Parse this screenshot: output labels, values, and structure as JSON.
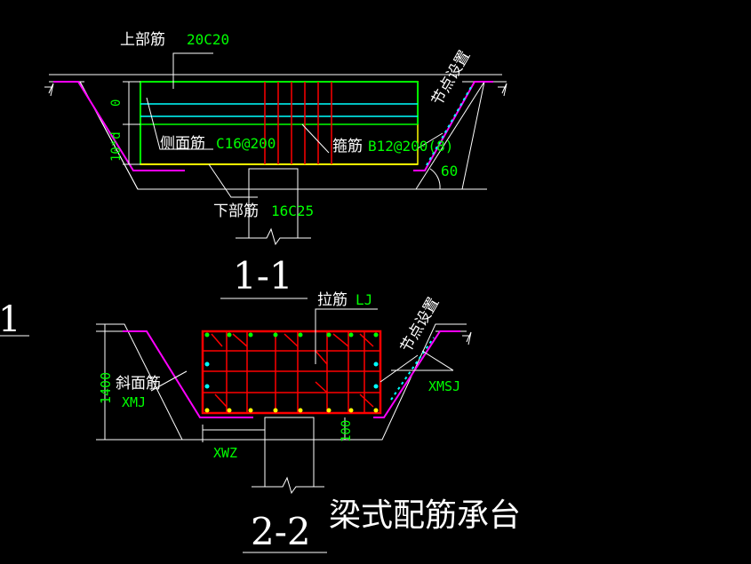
{
  "colors": {
    "background": "#000000",
    "outline": "#ffffff",
    "magenta": "#ff00ff",
    "green": "#00ff00",
    "cyan": "#00ffff",
    "yellow": "#ffff00",
    "red": "#ff0000",
    "dim_text": "#00ff00"
  },
  "section1": {
    "top_bar_label": "上部筋",
    "top_bar_value": "20C20",
    "side_bar_label": "侧面筋",
    "side_bar_value": "C16@200",
    "stirrup_label": "箍筋",
    "stirrup_value": "B12@200(8)",
    "bottom_bar_label": "下部筋",
    "bottom_bar_value": "16C25",
    "node_setting": "节点设置",
    "dim_zero": "0",
    "dim_10d": "10*d",
    "angle": "60",
    "title": "1-1"
  },
  "section2": {
    "tie_label": "拉筋",
    "tie_value": "LJ",
    "node_setting": "节点设置",
    "slope_label": "斜面筋",
    "slope_value": "XMJ",
    "xmsj": "XMSJ",
    "xwz": "XWZ",
    "dim_1400": "1400",
    "dim_100": "100",
    "title": "2-2"
  },
  "left_fragment": "1",
  "caption": "梁式配筋承台"
}
